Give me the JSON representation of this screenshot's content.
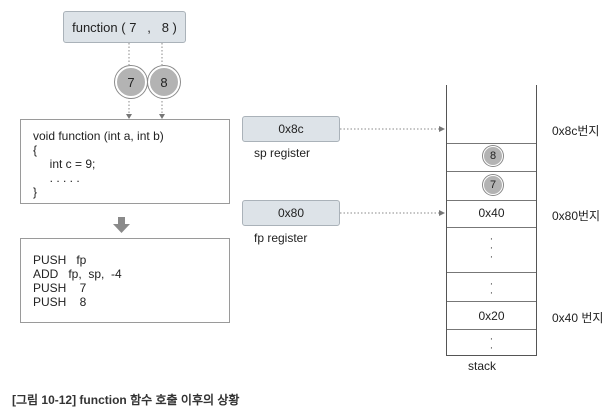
{
  "call": {
    "text": "function ( 7   ,   8 )"
  },
  "args": [
    "7",
    "8"
  ],
  "function_code": {
    "lines": [
      "void function (int a, int b)",
      "{",
      "     int c = 9;",
      "     . . . . .",
      "}"
    ]
  },
  "asm_code": {
    "lines": [
      "PUSH   fp",
      "ADD   fp,  sp,  -4",
      "PUSH    7",
      "PUSH    8"
    ]
  },
  "registers": {
    "sp": {
      "value": "0x8c",
      "label": "sp register"
    },
    "fp": {
      "value": "0x80",
      "label": "fp register"
    }
  },
  "stack": {
    "label": "stack",
    "cells": [
      "8",
      "7",
      "0x40",
      "0x20"
    ],
    "addresses": [
      "0x8c번지",
      "0x80번지",
      "0x40 번지"
    ]
  },
  "caption": "[그림 10-12] function 함수 호출 이후의 상황",
  "colors": {
    "box_fill": "#dde3e8",
    "circle_fill": "#b3b3b3",
    "arrow": "#777777",
    "down_arrow": "#8a8a8a"
  }
}
